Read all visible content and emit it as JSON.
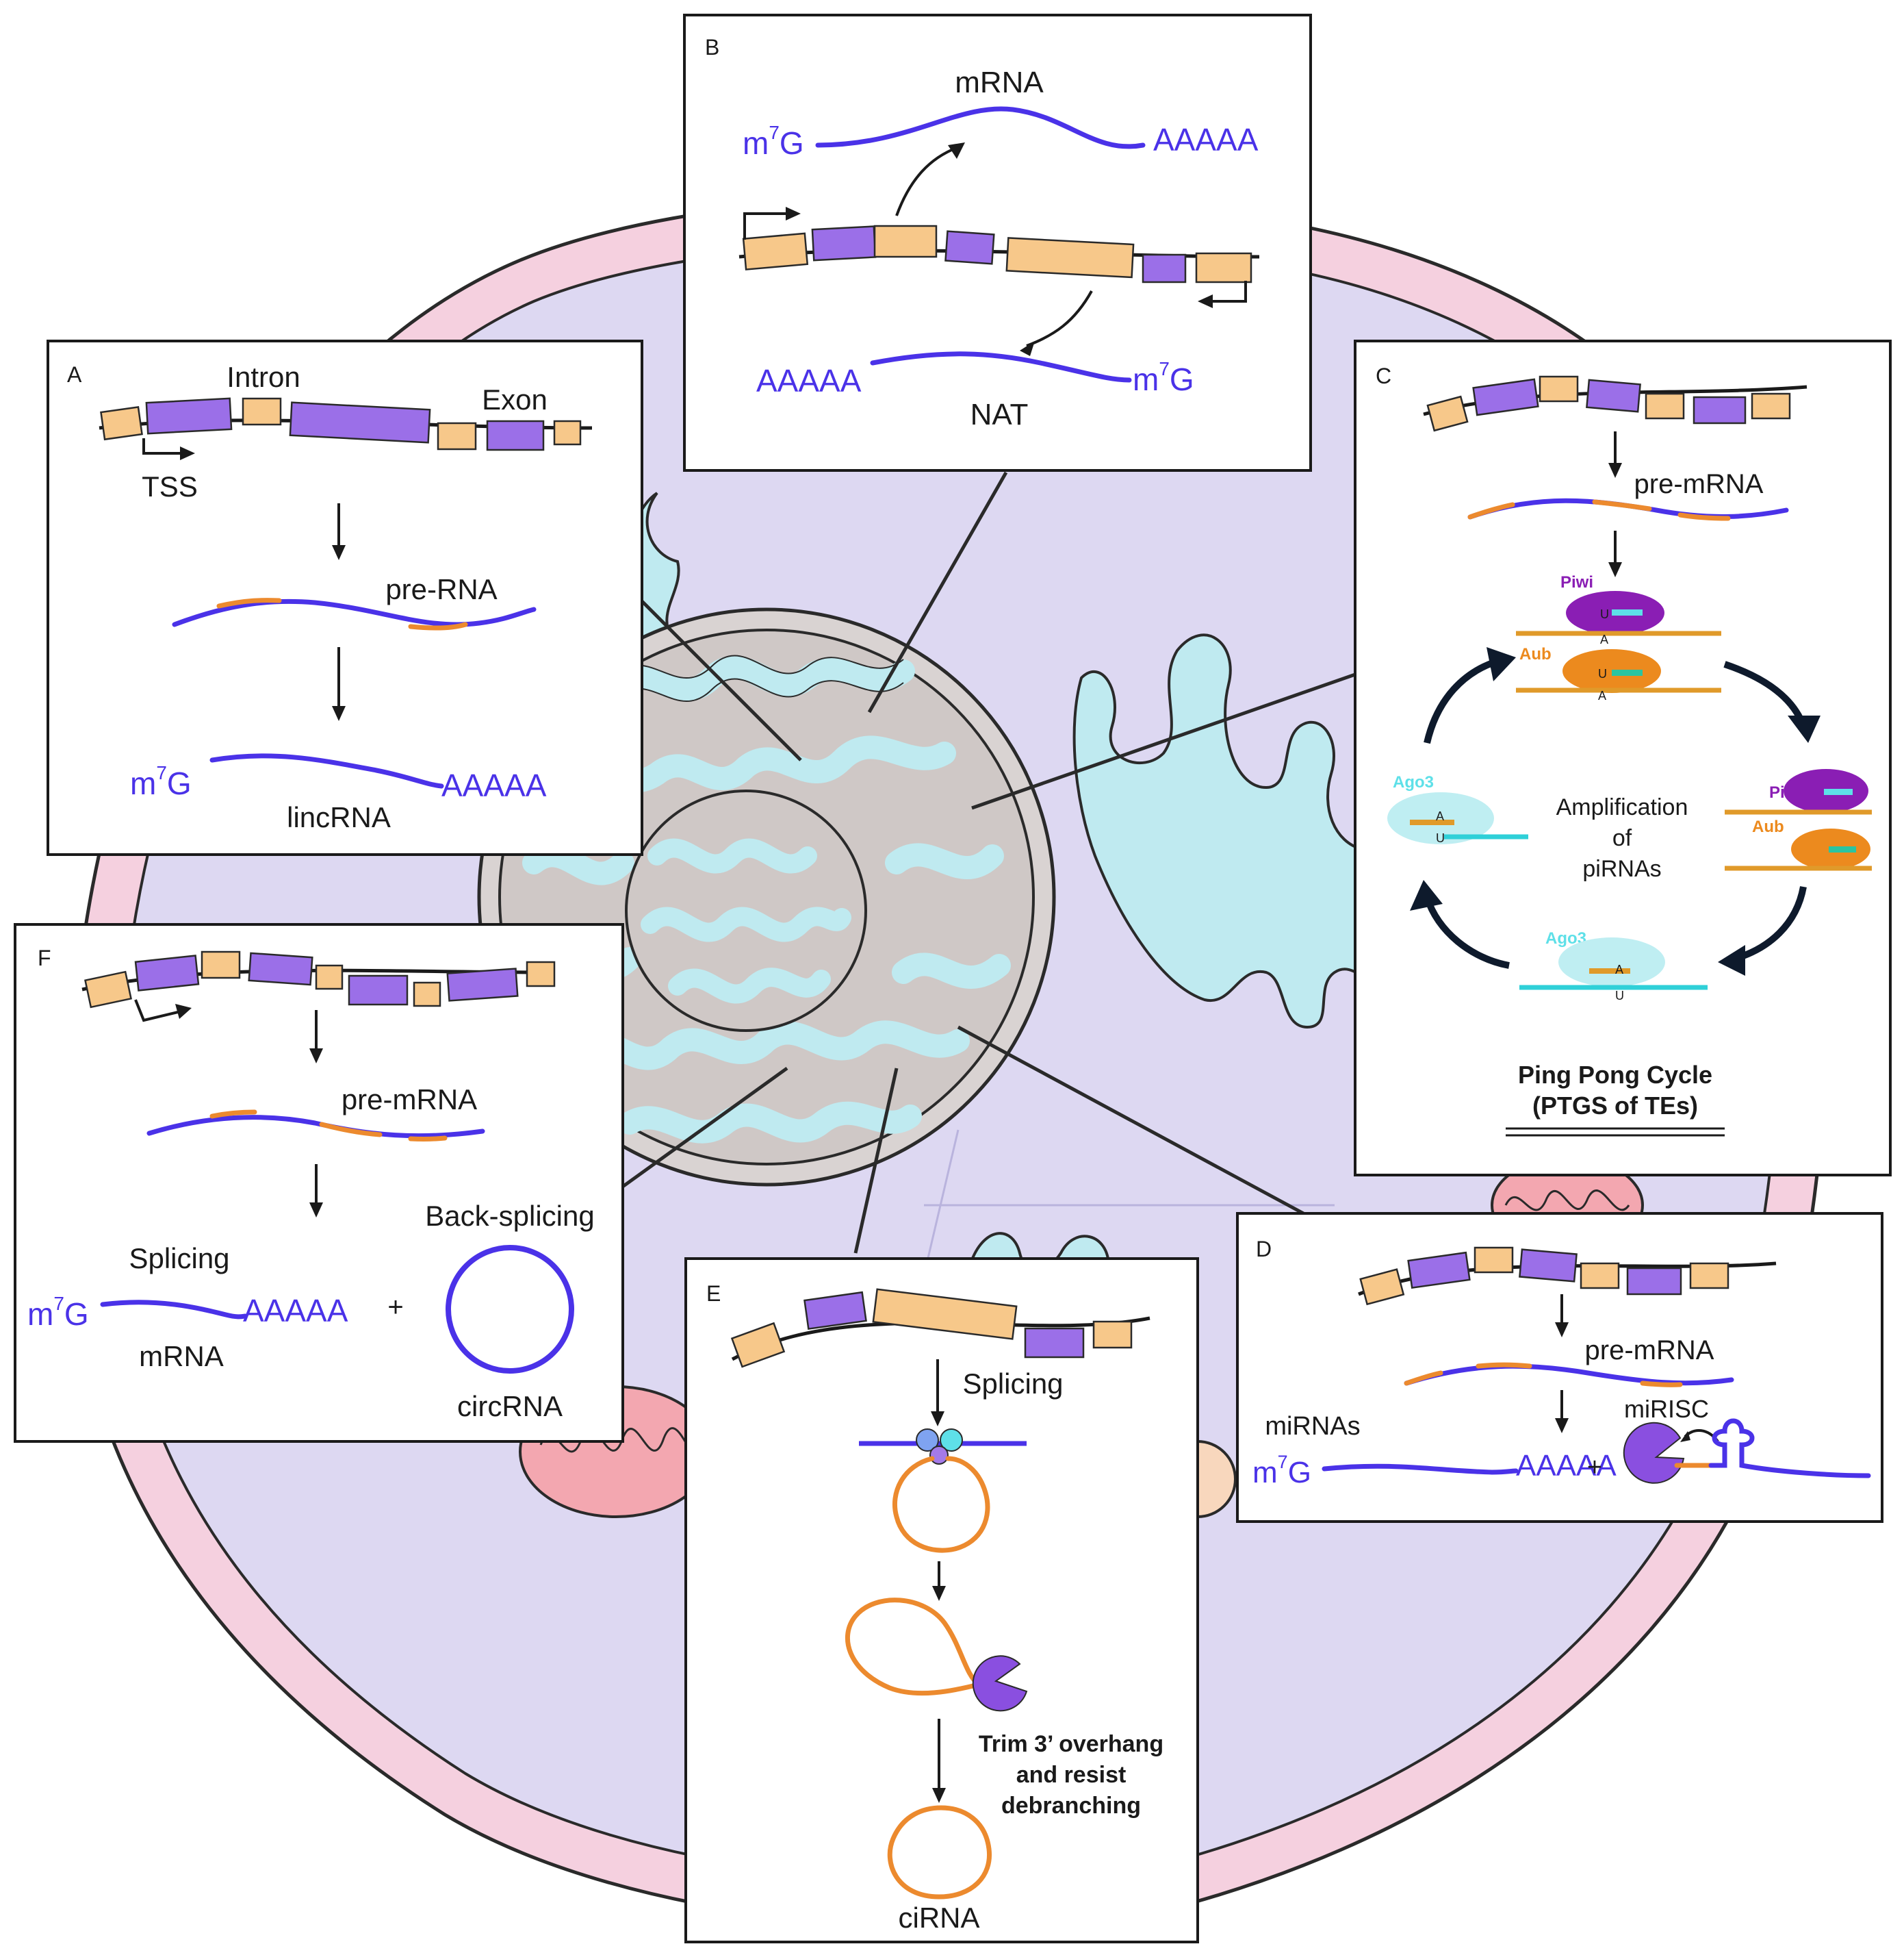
{
  "colors": {
    "exon": "#f7c88a",
    "intron": "#9b6fe8",
    "rna": "#4a32e8",
    "orange_rna": "#ec8a2e",
    "cytoplasm": "#ddd8f2",
    "membrane": "#f5d0df",
    "chromatin": "#bfeaf0",
    "nucleus": "#cfc8c6",
    "piwi": "#8a1eb4",
    "aub": "#ec8a1e",
    "ago3": "#5ee0e8"
  },
  "panel_a": {
    "letter": "A",
    "intron_label": "Intron",
    "exon_label": "Exon",
    "tss_label": "TSS",
    "pre_label": "pre-RNA",
    "cap_m": "m",
    "cap_sup": "7",
    "cap_g": "G",
    "polya": "AAAAA",
    "product_label": "lincRNA"
  },
  "panel_b": {
    "letter": "B",
    "top_label": "mRNA",
    "cap_m": "m",
    "cap_sup": "7",
    "cap_g": "G",
    "polya_top": "AAAAA",
    "polya_bottom": "AAAAA",
    "bottom_label": "NAT"
  },
  "panel_c": {
    "letter": "C",
    "pre_label": "pre-mRNA",
    "piwi_label": "Piwi",
    "aub_label": "Aub",
    "ago3_label": "Ago3",
    "base_u": "U",
    "base_a": "A",
    "center_line1": "Amplification",
    "center_line2": "of",
    "center_line3": "piRNAs",
    "title_line1": "Ping Pong Cycle",
    "title_line2": "(PTGS of TEs)"
  },
  "panel_d": {
    "letter": "D",
    "pre_label": "pre-mRNA",
    "mirna_label": "miRNAs",
    "cap_m": "m",
    "cap_sup": "7",
    "cap_g": "G",
    "polya": "AAAAA",
    "plus": "+",
    "mirisc_label": "miRISC"
  },
  "panel_e": {
    "letter": "E",
    "splicing_label": "Splicing",
    "trim_line1": "Trim 3’ overhang",
    "trim_line2": "and resist",
    "trim_line3": "debranching",
    "product_label": "ciRNA"
  },
  "panel_f": {
    "letter": "F",
    "pre_label": "pre-mRNA",
    "splicing_label": "Splicing",
    "back_label": "Back-splicing",
    "cap_m": "m",
    "cap_sup": "7",
    "cap_g": "G",
    "polya": "AAAAA",
    "plus": "+",
    "mrna_label": "mRNA",
    "circ_label": "circRNA"
  }
}
